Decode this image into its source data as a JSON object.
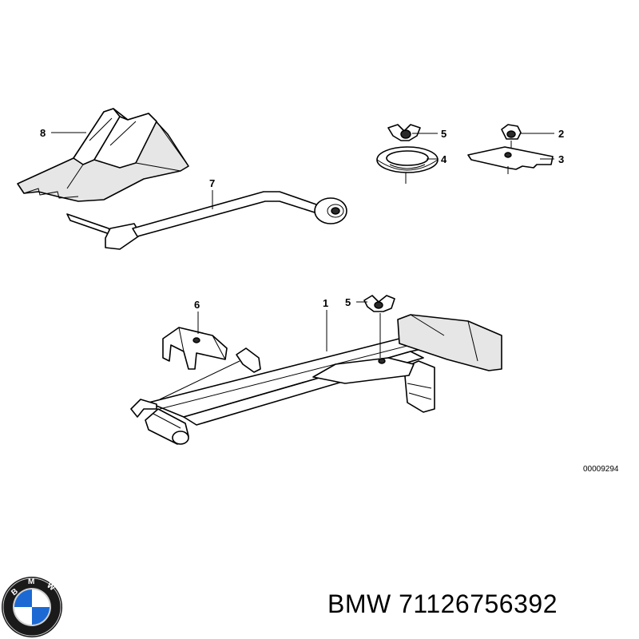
{
  "diagram": {
    "callouts": {
      "c1": "1",
      "c2": "2",
      "c3": "3",
      "c4": "4",
      "c5_top": "5",
      "c5_bottom": "5",
      "c6": "6",
      "c7": "7",
      "c8": "8"
    },
    "reference_code": "00009294"
  },
  "logo": {
    "brand_lettering": "BMW",
    "colors": {
      "blue": "#1c69d4",
      "white": "#ffffff",
      "ring": "#1a1a1a"
    }
  },
  "caption": {
    "text": "BMW 71126756392"
  }
}
